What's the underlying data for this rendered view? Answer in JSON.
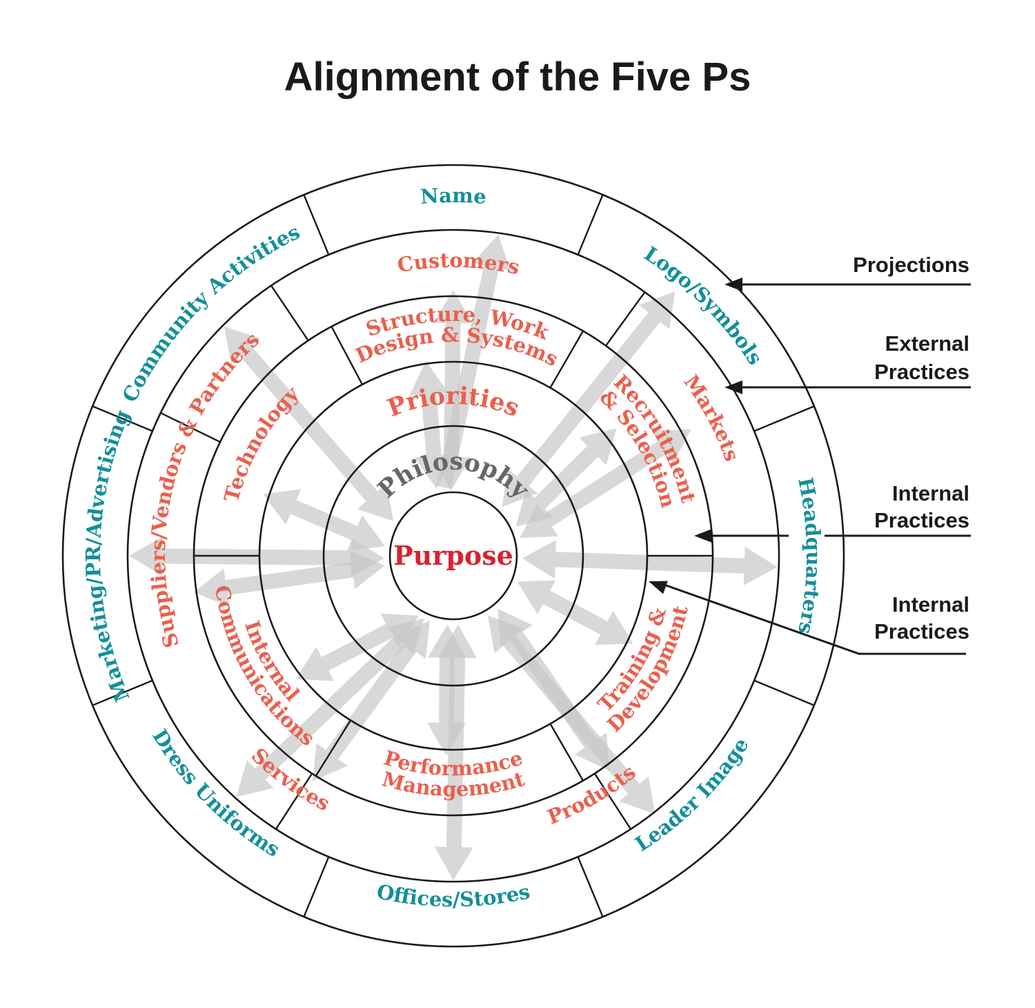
{
  "title": "Alignment of the Five Ps",
  "rings": {
    "center": "Purpose",
    "philosophy": "Philosophy",
    "priorities": "Priorities",
    "internal_practices": [
      "Structure, Work|Design & Systems",
      "Recruitment|& Selection",
      "Training &|Development",
      "Performance|Management",
      "Internal|Communications",
      "Technology"
    ],
    "external_practices": [
      "Customers",
      "Markets",
      "Products",
      "Services",
      "Suppliers/Vendors & Partners"
    ],
    "projections": [
      "Name",
      "Logo/Symbols",
      "Headquarters",
      "Leader Image",
      "Offices/Stores",
      "Dress Uniforms",
      "Marketing/PR/Advertising",
      "Community Activities"
    ]
  },
  "legend": [
    {
      "label_line1": "Projections",
      "label_line2": ""
    },
    {
      "label_line1": "External",
      "label_line2": "Practices"
    },
    {
      "label_line1": "Internal",
      "label_line2": "Practices"
    },
    {
      "label_line1": "Internal",
      "label_line2": "Practices"
    }
  ],
  "colors": {
    "projections": "#138f99",
    "practices": "#ea5f4d",
    "philosophy": "#666666",
    "purpose": "#d8232f",
    "arrows": "#c8c8c8"
  }
}
